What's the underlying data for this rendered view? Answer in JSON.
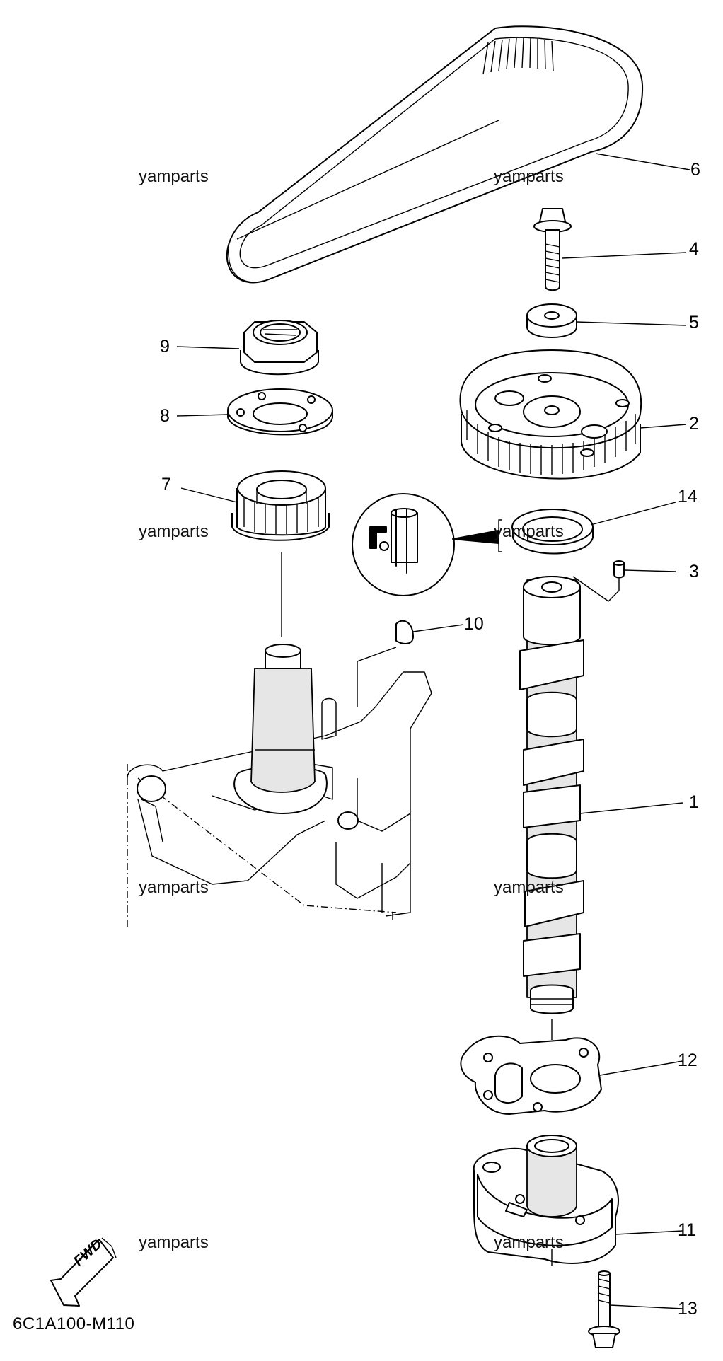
{
  "diagram": {
    "code": "6C1A100-M110",
    "fwd_label": "FWD",
    "watermark": "yamparts",
    "callouts": [
      "1",
      "2",
      "3",
      "4",
      "5",
      "6",
      "7",
      "8",
      "9",
      "10",
      "11",
      "12",
      "13",
      "14"
    ]
  }
}
